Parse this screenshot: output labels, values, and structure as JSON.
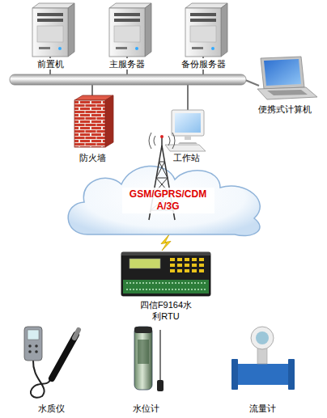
{
  "diagram": {
    "nodes": [
      {
        "text": [
          "前置机"
        ]
      },
      {
        "text": [
          "主服务器"
        ]
      },
      {
        "text": [
          "备份服务器"
        ]
      },
      {
        "text": [
          "便携式计算机"
        ]
      },
      {
        "text": [
          "防火墙"
        ]
      },
      {
        "text": [
          "工作站"
        ]
      },
      {
        "text": [
          "GSM/GPRS/CDM A/3G"
        ]
      },
      {
        "text": [
          "四信F9164水 利RTU"
        ]
      },
      {
        "text": [
          "水质仪"
        ]
      },
      {
        "text": [
          "水位计"
        ]
      },
      {
        "text": [
          "流量计"
        ]
      }
    ],
    "edges": [
      {
        "from": 6,
        "to": 7,
        "arrow": "none"
      }
    ]
  }
}
